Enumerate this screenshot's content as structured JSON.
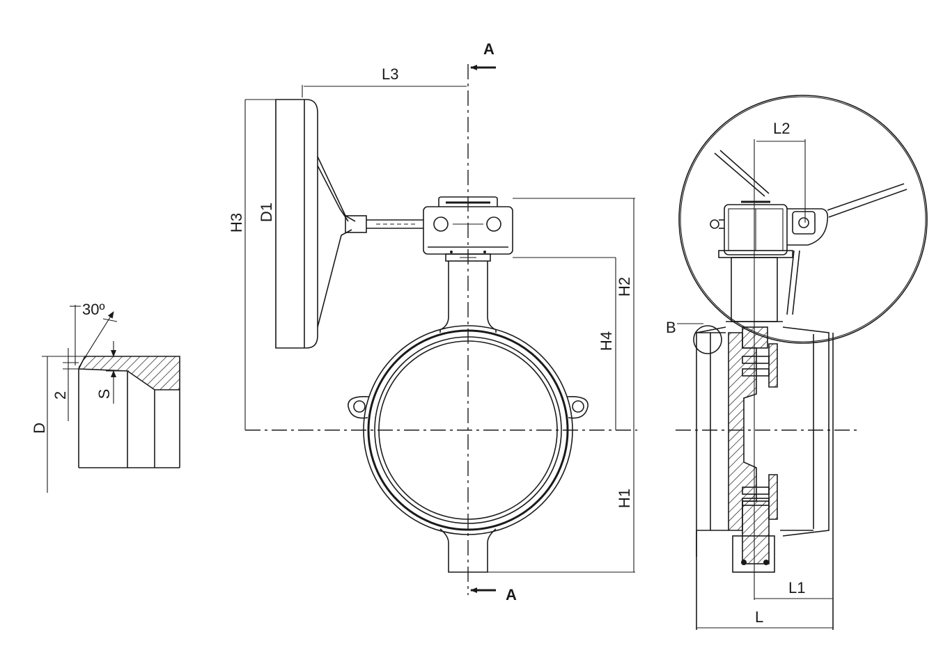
{
  "labels": {
    "angle": "30º",
    "D": "D",
    "two": "2",
    "S": "S",
    "section_top": "A",
    "section_bottom": "A",
    "L3": "L3",
    "H3": "H3",
    "D1": "D1",
    "H2": "H2",
    "H4": "H4",
    "H1": "H1",
    "L2": "L2",
    "B": "B",
    "L1": "L1",
    "L": "L"
  }
}
